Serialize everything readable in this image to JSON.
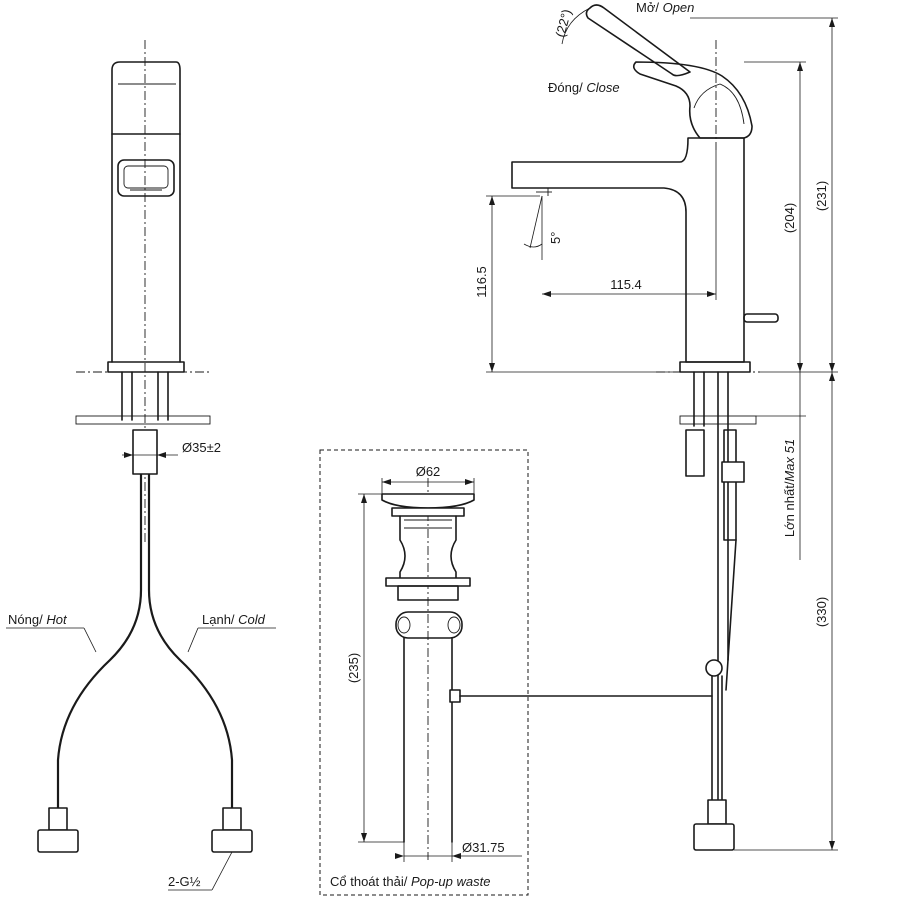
{
  "labels": {
    "open": {
      "vi": "Mở/",
      "en": "Open"
    },
    "close": {
      "vi": "Đóng/",
      "en": "Close"
    },
    "angle_22": "(22°)",
    "angle_5": "5°",
    "hot": {
      "vi": "Nóng/",
      "en": "Hot"
    },
    "cold": {
      "vi": "Lạnh/",
      "en": "Cold"
    },
    "connector": "2-G½",
    "pop_up_waste": {
      "vi": "Cổ thoát thải/",
      "en": "Pop-up waste"
    },
    "max_51": {
      "vi": "Lớn nhất/",
      "en": "Max 51"
    }
  },
  "dimensions": {
    "dia_hole": "Ø35±2",
    "dia_waste_top": "Ø62",
    "dia_waste_pipe": "Ø31.75",
    "waste_length": "(235)",
    "spout_height": "116.5",
    "spout_reach": "115.4",
    "body_height": "(204)",
    "total_height": "(231)",
    "below_deck": "(330)"
  }
}
